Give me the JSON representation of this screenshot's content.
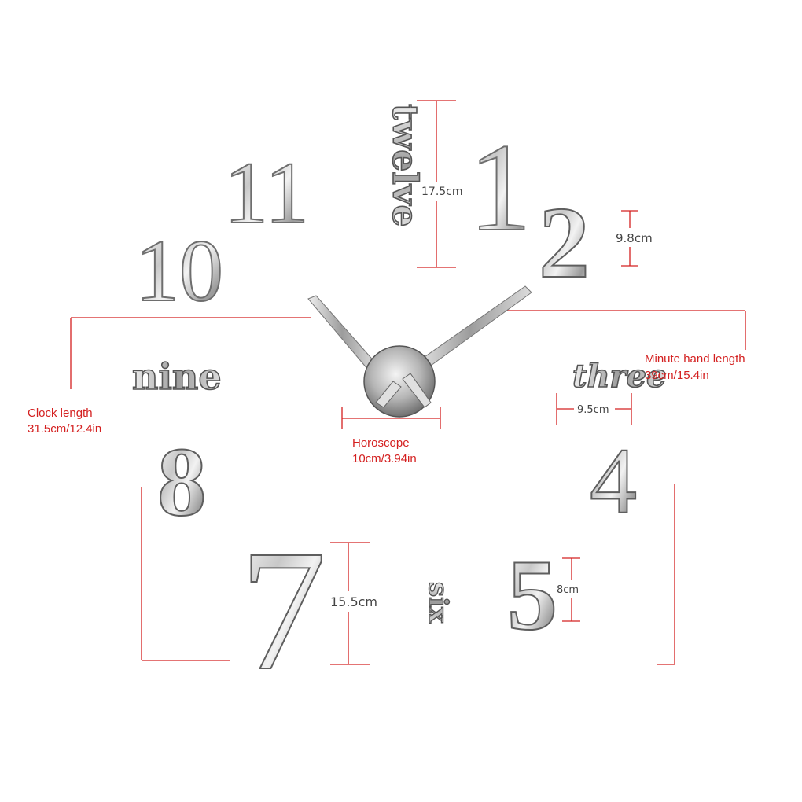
{
  "colors": {
    "accent_red": "#d42020",
    "silver_light": "#fbfbfb",
    "silver_dark": "#6e6e6e",
    "dim_text": "#444444"
  },
  "numerals": {
    "n1": "1",
    "n2": "2",
    "n4": "4",
    "n5": "5",
    "n7": "7",
    "n8": "8",
    "n10": "10",
    "n11": "11"
  },
  "words": {
    "twelve": "twelve",
    "three": "three",
    "six": "six",
    "nine": "nine"
  },
  "dimensions": {
    "twelve_height": "17.5cm",
    "two_height": "9.8cm",
    "three_width": "9.5cm",
    "seven_height": "15.5cm",
    "five_height": "8cm"
  },
  "annotations": {
    "clock_length_label": "Clock length",
    "clock_length_value": "31.5cm/12.4in",
    "minute_hand_label": "Minute hand length",
    "minute_hand_value": "39cm/15.4in",
    "horoscope_label": "Horoscope",
    "horoscope_value": "10cm/3.94in"
  }
}
